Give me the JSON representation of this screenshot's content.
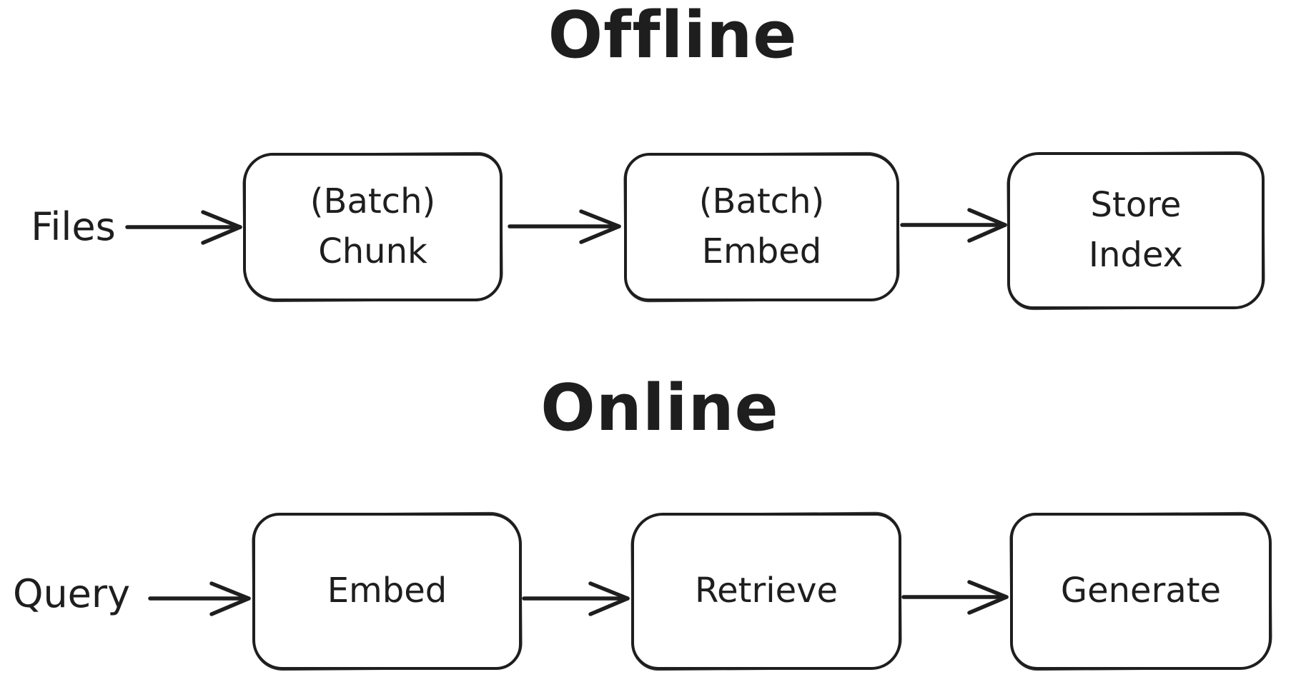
{
  "canvas": {
    "background": "#ffffff",
    "stroke_color": "#1e1e1e"
  },
  "sections": [
    {
      "title": "Offline",
      "source_label": "Files",
      "nodes": [
        {
          "label": "(Batch)\nChunk"
        },
        {
          "label": "(Batch)\nEmbed"
        },
        {
          "label": "Store\nIndex"
        }
      ],
      "flow": [
        "Files",
        "(Batch) Chunk",
        "(Batch) Embed",
        "Store Index"
      ]
    },
    {
      "title": "Online",
      "source_label": "Query",
      "nodes": [
        {
          "label": "Embed"
        },
        {
          "label": "Retrieve"
        },
        {
          "label": "Generate"
        }
      ],
      "flow": [
        "Query",
        "Embed",
        "Retrieve",
        "Generate"
      ]
    }
  ]
}
